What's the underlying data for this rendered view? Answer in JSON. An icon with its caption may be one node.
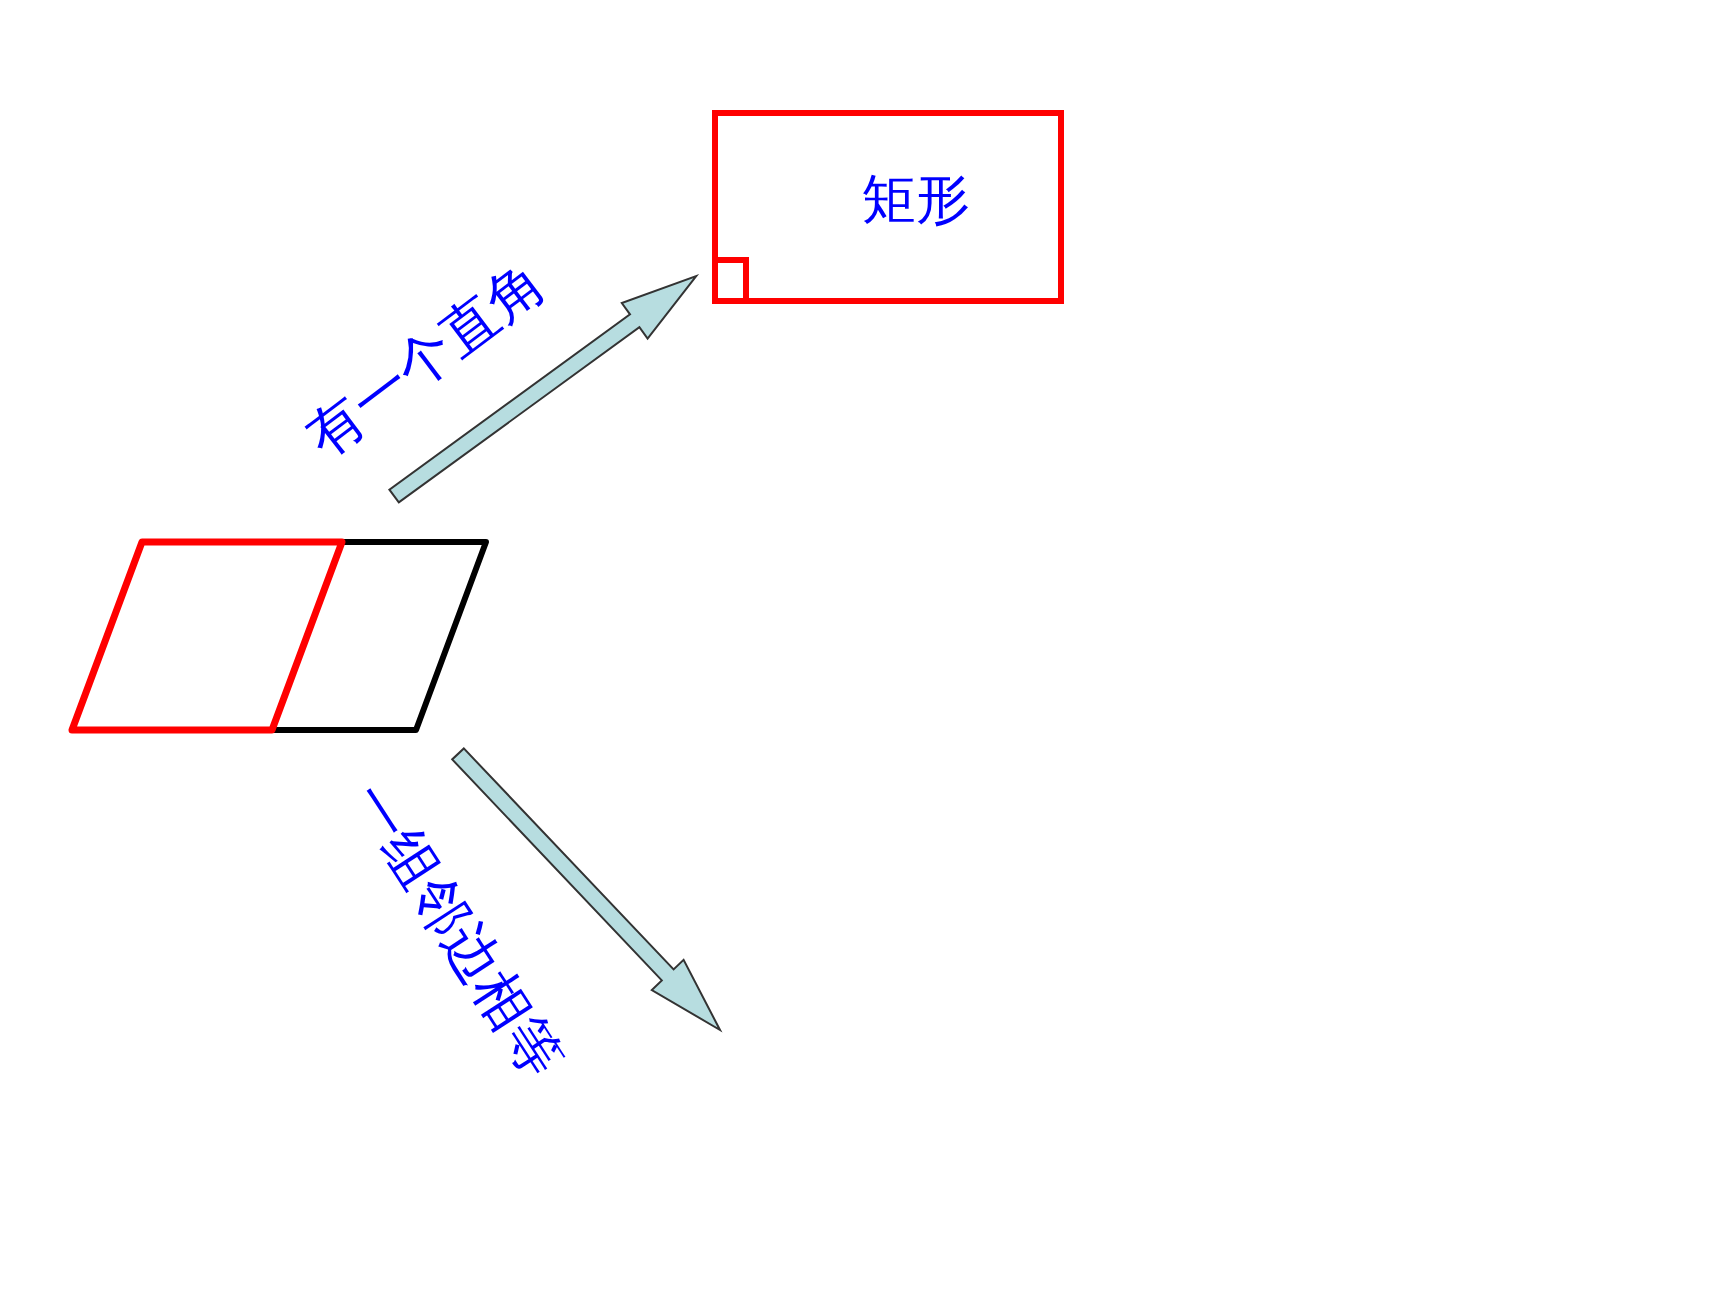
{
  "diagram": {
    "nodes": [
      {
        "text": [],
        "shape": "parallelogram"
      },
      {
        "text": [
          "矩形"
        ]
      }
    ],
    "edges": [
      {
        "from": 0,
        "to": 1,
        "arrow": "to",
        "label": "有一个直角"
      },
      {
        "from": 0,
        "to": null,
        "arrow": "to",
        "label": "一组邻边相等"
      }
    ]
  }
}
